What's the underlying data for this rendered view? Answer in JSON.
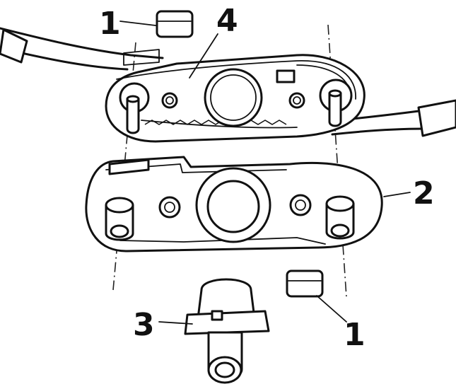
{
  "diagram": {
    "callouts": {
      "clip_top": "1",
      "cover_part": "4",
      "housing_part": "2",
      "connector_part": "3",
      "clip_bottom": "1"
    },
    "parts": [
      {
        "id": "1",
        "kind": "clip"
      },
      {
        "id": "2",
        "kind": "lower-housing"
      },
      {
        "id": "3",
        "kind": "connector"
      },
      {
        "id": "4",
        "kind": "upper-cover-with-cable"
      }
    ]
  }
}
